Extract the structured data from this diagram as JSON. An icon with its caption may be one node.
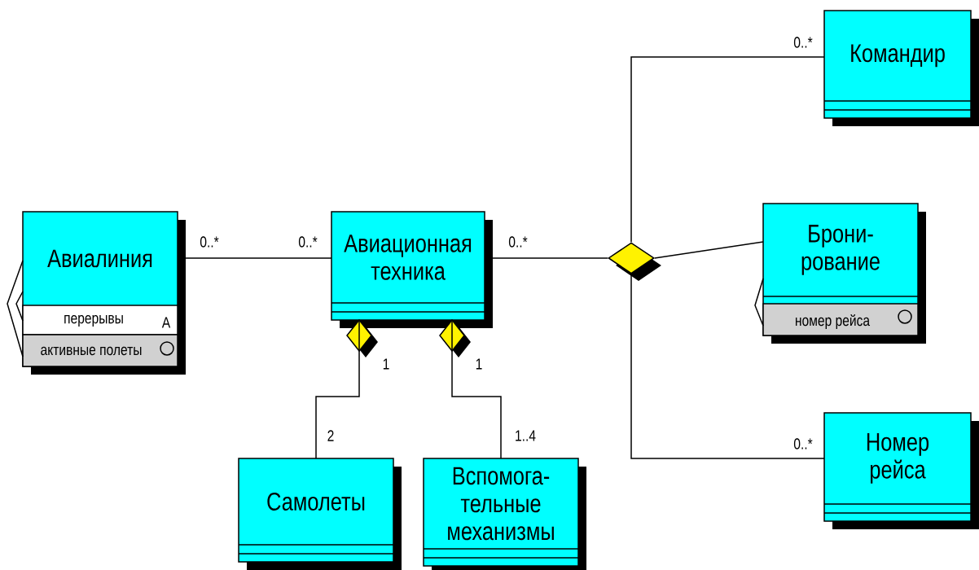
{
  "diagram": {
    "nodes": [
      {
        "text": [
          "Авиалиния",
          "перерывы",
          "A",
          "активные полеты"
        ]
      },
      {
        "text": [
          "Авиационная техника"
        ]
      },
      {
        "text": [
          "Самолеты"
        ]
      },
      {
        "text": [
          "Вспомога-тельные механизмы"
        ]
      },
      {
        "text": [
          "Командир"
        ]
      },
      {
        "text": [
          "Брони-рование",
          "номер рейса"
        ]
      },
      {
        "text": [
          "Номер рейса"
        ]
      },
      {
        "text": [],
        "shape": "diamond"
      }
    ],
    "edges": [
      {
        "from": 0,
        "to": 1,
        "arrow": "none",
        "label": "0..*"
      },
      {
        "from": 1,
        "to": 2,
        "arrow": "other",
        "label": "1"
      },
      {
        "from": 1,
        "to": 3,
        "arrow": "other",
        "label": "1"
      },
      {
        "from": 1,
        "to": 7,
        "arrow": "none",
        "label": "0..*"
      },
      {
        "from": 4,
        "to": 7,
        "arrow": "none",
        "label": "0..*"
      },
      {
        "from": 5,
        "to": 7,
        "arrow": "none"
      },
      {
        "from": 6,
        "to": 7,
        "arrow": "none",
        "label": "0..*"
      }
    ],
    "labels": [
      "0..*",
      "2",
      "1..4"
    ]
  }
}
